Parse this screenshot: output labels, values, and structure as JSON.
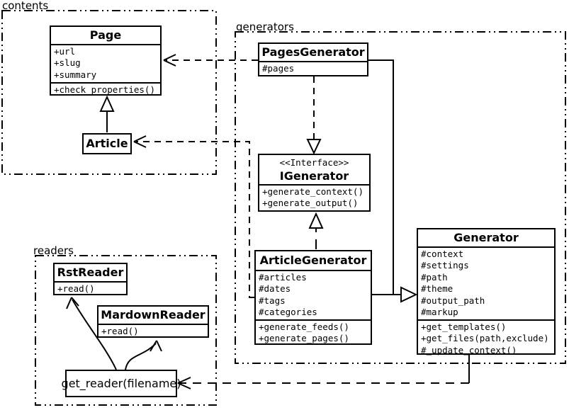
{
  "colors": {
    "ink": "#000000",
    "paper": "#ffffff"
  },
  "packages": {
    "contents": {
      "label": "contents"
    },
    "generators": {
      "label": "generators"
    },
    "readers": {
      "label": "readers"
    }
  },
  "classes": {
    "page": {
      "title": "Page",
      "attributes": [
        "+url",
        "+slug",
        "+summary"
      ],
      "methods": [
        "+check_properties()"
      ]
    },
    "article": {
      "title": "Article"
    },
    "pages_generator": {
      "title": "PagesGenerator",
      "attributes": [
        "#pages"
      ]
    },
    "igenerator": {
      "stereotype": "<<Interface>>",
      "title": "IGenerator",
      "methods": [
        "+generate_context()",
        "+generate_output()"
      ]
    },
    "article_generator": {
      "title": "ArticleGenerator",
      "attributes": [
        "#articles",
        "#dates",
        "#tags",
        "#categories"
      ],
      "methods": [
        "+generate_feeds()",
        "+generate_pages()"
      ]
    },
    "generator": {
      "title": "Generator",
      "attributes": [
        "#context",
        "#settings",
        "#path",
        "#theme",
        "#output_path",
        "#markup"
      ],
      "methods": [
        "+get_templates()",
        "+get_files(path,exclude)",
        "#_update_context()"
      ]
    },
    "rst_reader": {
      "title": "RstReader",
      "methods": [
        "+read()"
      ]
    },
    "mardown_reader": {
      "title": "MardownReader",
      "methods": [
        "+read()"
      ]
    },
    "get_reader": {
      "label": "get_reader(filename)"
    }
  }
}
